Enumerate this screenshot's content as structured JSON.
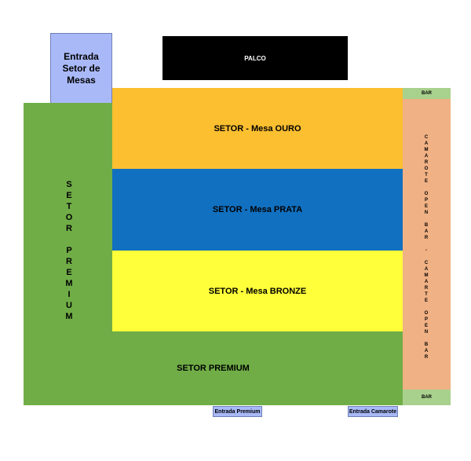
{
  "stage": {
    "label": "PALCO"
  },
  "entrances": {
    "mesas": "Entrada Setor de Mesas",
    "premium": "Entrada Premium",
    "camarote": "Entrada Camarote"
  },
  "sectors": {
    "ouro": "SETOR - Mesa OURO",
    "prata": "SETOR - Mesa PRATA",
    "bronze": "SETOR -  Mesa BRONZE",
    "premium_bottom": "SETOR PREMIUM",
    "premium_vertical": [
      "S",
      "E",
      "T",
      "O",
      "R",
      "",
      "P",
      "R",
      "E",
      "M",
      "I",
      "U",
      "M"
    ]
  },
  "bars": {
    "top": "BAR",
    "bottom": "BAR"
  },
  "camarote_vertical": [
    "C",
    "A",
    "M",
    "A",
    "R",
    "O",
    "T",
    "E",
    "",
    "O",
    "P",
    "E",
    "N",
    "",
    "B",
    "A",
    "R",
    "",
    "-",
    "",
    "C",
    "A",
    "M",
    "A",
    "R",
    "T",
    "E",
    "",
    "O",
    "P",
    "E",
    "N",
    "",
    "B",
    "A",
    "R"
  ],
  "colors": {
    "stage": "#000000",
    "ouro": "#fbbf30",
    "prata": "#1170c0",
    "bronze": "#ffff3a",
    "premium": "#70ad47",
    "camarote": "#f0b184",
    "bar": "#a9d18e",
    "entrance": "#a9b9f8"
  }
}
